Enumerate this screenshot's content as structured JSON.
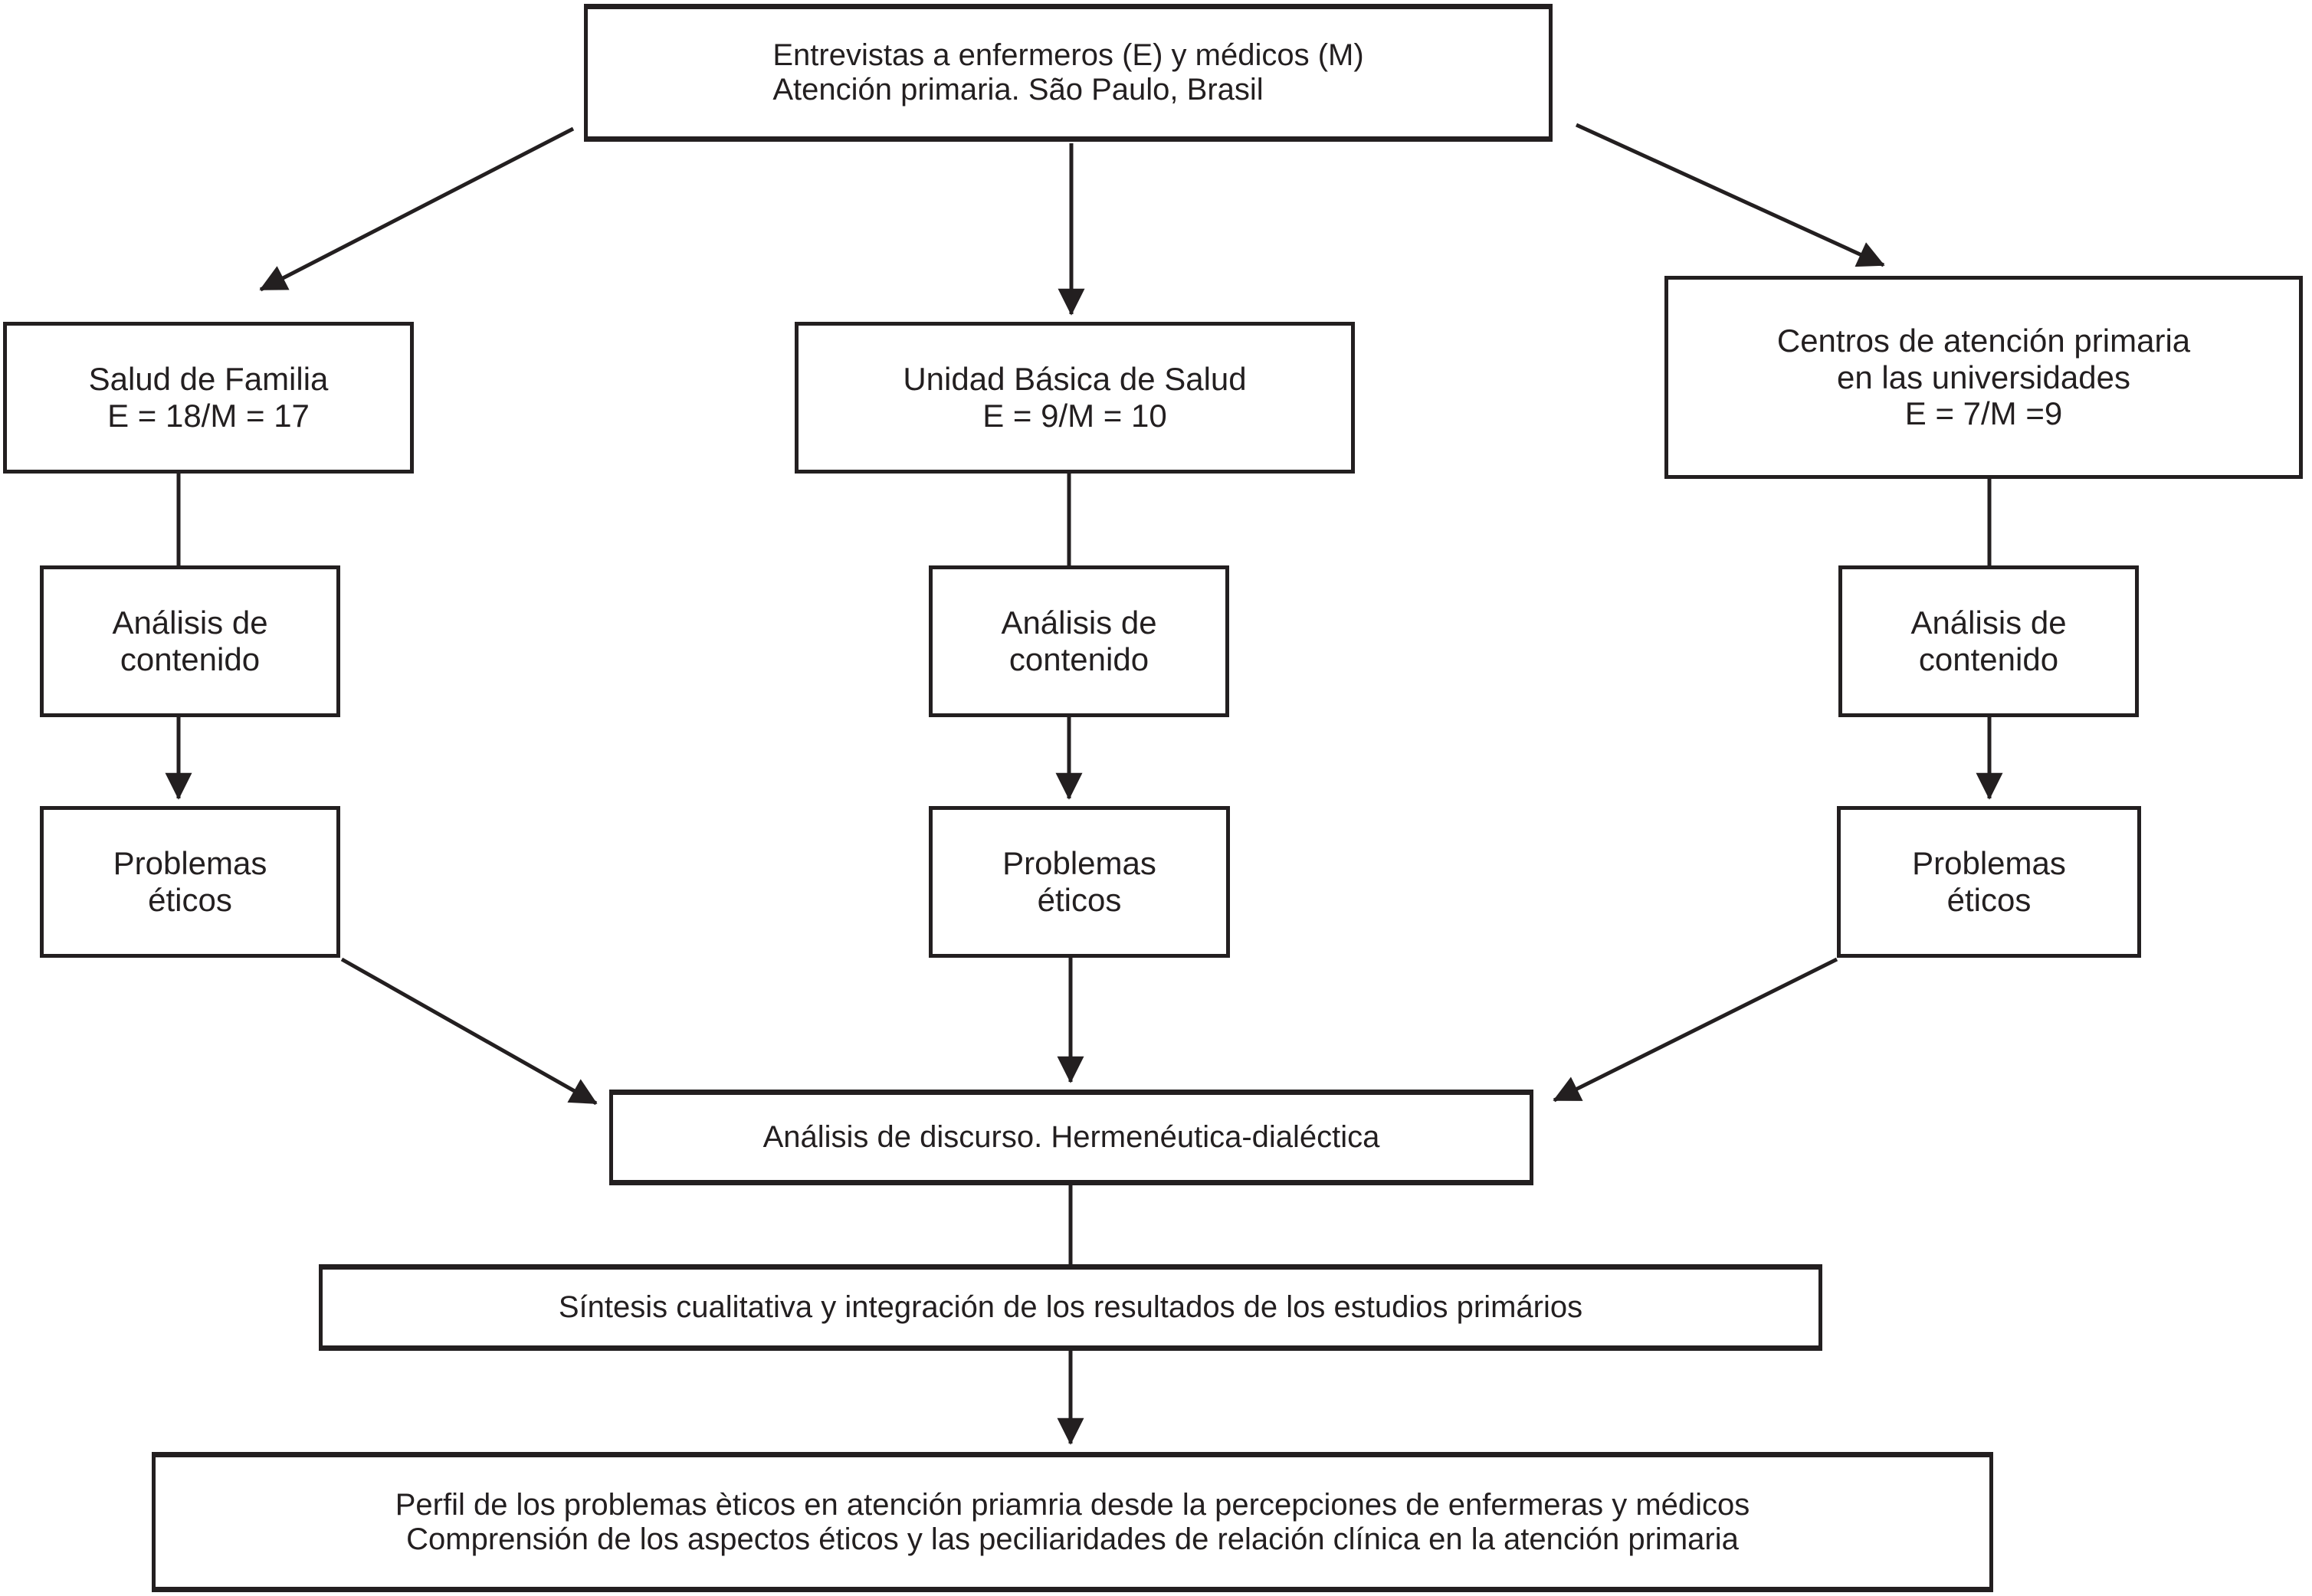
{
  "colors": {
    "ink": "#231f20",
    "background": "#ffffff"
  },
  "nodes": {
    "entrevistas": {
      "l1": "Entrevistas a enfermeros (E) y médicos (M)",
      "l2": "Atención primaria. São Paulo, Brasil"
    },
    "salud_familia": {
      "l1": "Salud de Familia",
      "l2": "E = 18/M = 17"
    },
    "unidad_basica": {
      "l1": "Unidad Básica de Salud",
      "l2": "E = 9/M = 10"
    },
    "centros_universidades": {
      "l1": "Centros de atención primaria",
      "l2": "en las universidades",
      "l3": "E = 7/M =9"
    },
    "analisis_contenido": {
      "l1": "Análisis de",
      "l2": "contenido"
    },
    "problemas_eticos": {
      "l1": "Problemas",
      "l2": "éticos"
    },
    "analisis_discurso": {
      "l1": "Análisis de discurso. Hermenéutica-dialéctica"
    },
    "sintesis": {
      "l1": "Síntesis cualitativa y integración de los resultados de los estudios primários"
    },
    "perfil": {
      "l1": "Perfil de los problemas èticos en atención priamria desde la percepciones de enfermeras y médicos",
      "l2": "Comprensión de los aspectos éticos y las peciliaridades de relación clínica en la atención primaria"
    }
  }
}
